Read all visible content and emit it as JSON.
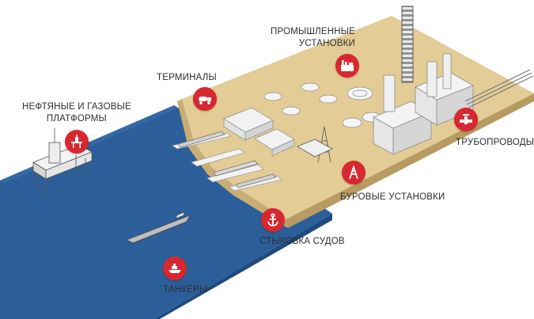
{
  "colors": {
    "accent": "#d7282f",
    "sea": "#2c5f9a",
    "land": "#e4cc96",
    "label_text": "#2e2e2e"
  },
  "labels": {
    "platforms": [
      "НЕФТЯНЫЕ И ГАЗОВЫЕ",
      "ПЛАТФОРМЫ"
    ],
    "terminals": "ТЕРМИНАЛЫ",
    "industrial": [
      "ПРОМЫШЛЕННЫЕ",
      "УСТАНОВКИ"
    ],
    "pipelines": "ТРУБОПРОВОДЫ",
    "drilling": "БУРОВЫЕ УСТАНОВКИ",
    "docking": "СТЫКОВКА СУДОВ",
    "tankers": "ТАНКЕРЫ"
  },
  "badges": [
    {
      "id": "platforms",
      "icon": "oil-platform-icon"
    },
    {
      "id": "terminals",
      "icon": "tank-truck-icon"
    },
    {
      "id": "industrial",
      "icon": "factory-icon"
    },
    {
      "id": "pipelines",
      "icon": "valve-icon"
    },
    {
      "id": "drilling",
      "icon": "drilling-rig-icon"
    },
    {
      "id": "docking",
      "icon": "anchor-icon"
    },
    {
      "id": "tankers",
      "icon": "ship-icon"
    }
  ]
}
